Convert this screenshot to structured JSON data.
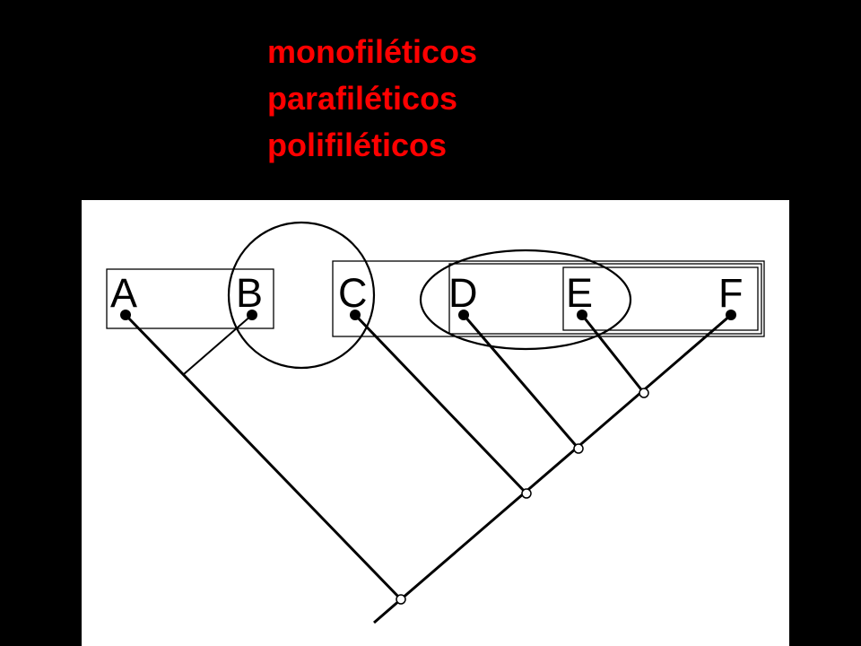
{
  "headings": [
    {
      "id": "monophyletic",
      "text": "monofiléticos"
    },
    {
      "id": "paraphyletic",
      "text": "parafiléticos"
    },
    {
      "id": "polyphyletic",
      "text": "polifiléticos"
    }
  ],
  "heading_color": "#ff0000",
  "background_color": "#000000",
  "panel_color": "#ffffff",
  "tree": {
    "taxa": [
      "A",
      "B",
      "C",
      "D",
      "E",
      "F"
    ],
    "groupings": [
      {
        "type": "box",
        "members": [
          "A",
          "B"
        ]
      },
      {
        "type": "circle",
        "members": [
          "B",
          "C"
        ]
      },
      {
        "type": "box",
        "members": [
          "C",
          "D",
          "E",
          "F"
        ]
      },
      {
        "type": "box",
        "members": [
          "D",
          "E",
          "F"
        ]
      },
      {
        "type": "box",
        "members": [
          "E",
          "F"
        ]
      },
      {
        "type": "ellipse",
        "members": [
          "D",
          "E"
        ]
      }
    ]
  }
}
